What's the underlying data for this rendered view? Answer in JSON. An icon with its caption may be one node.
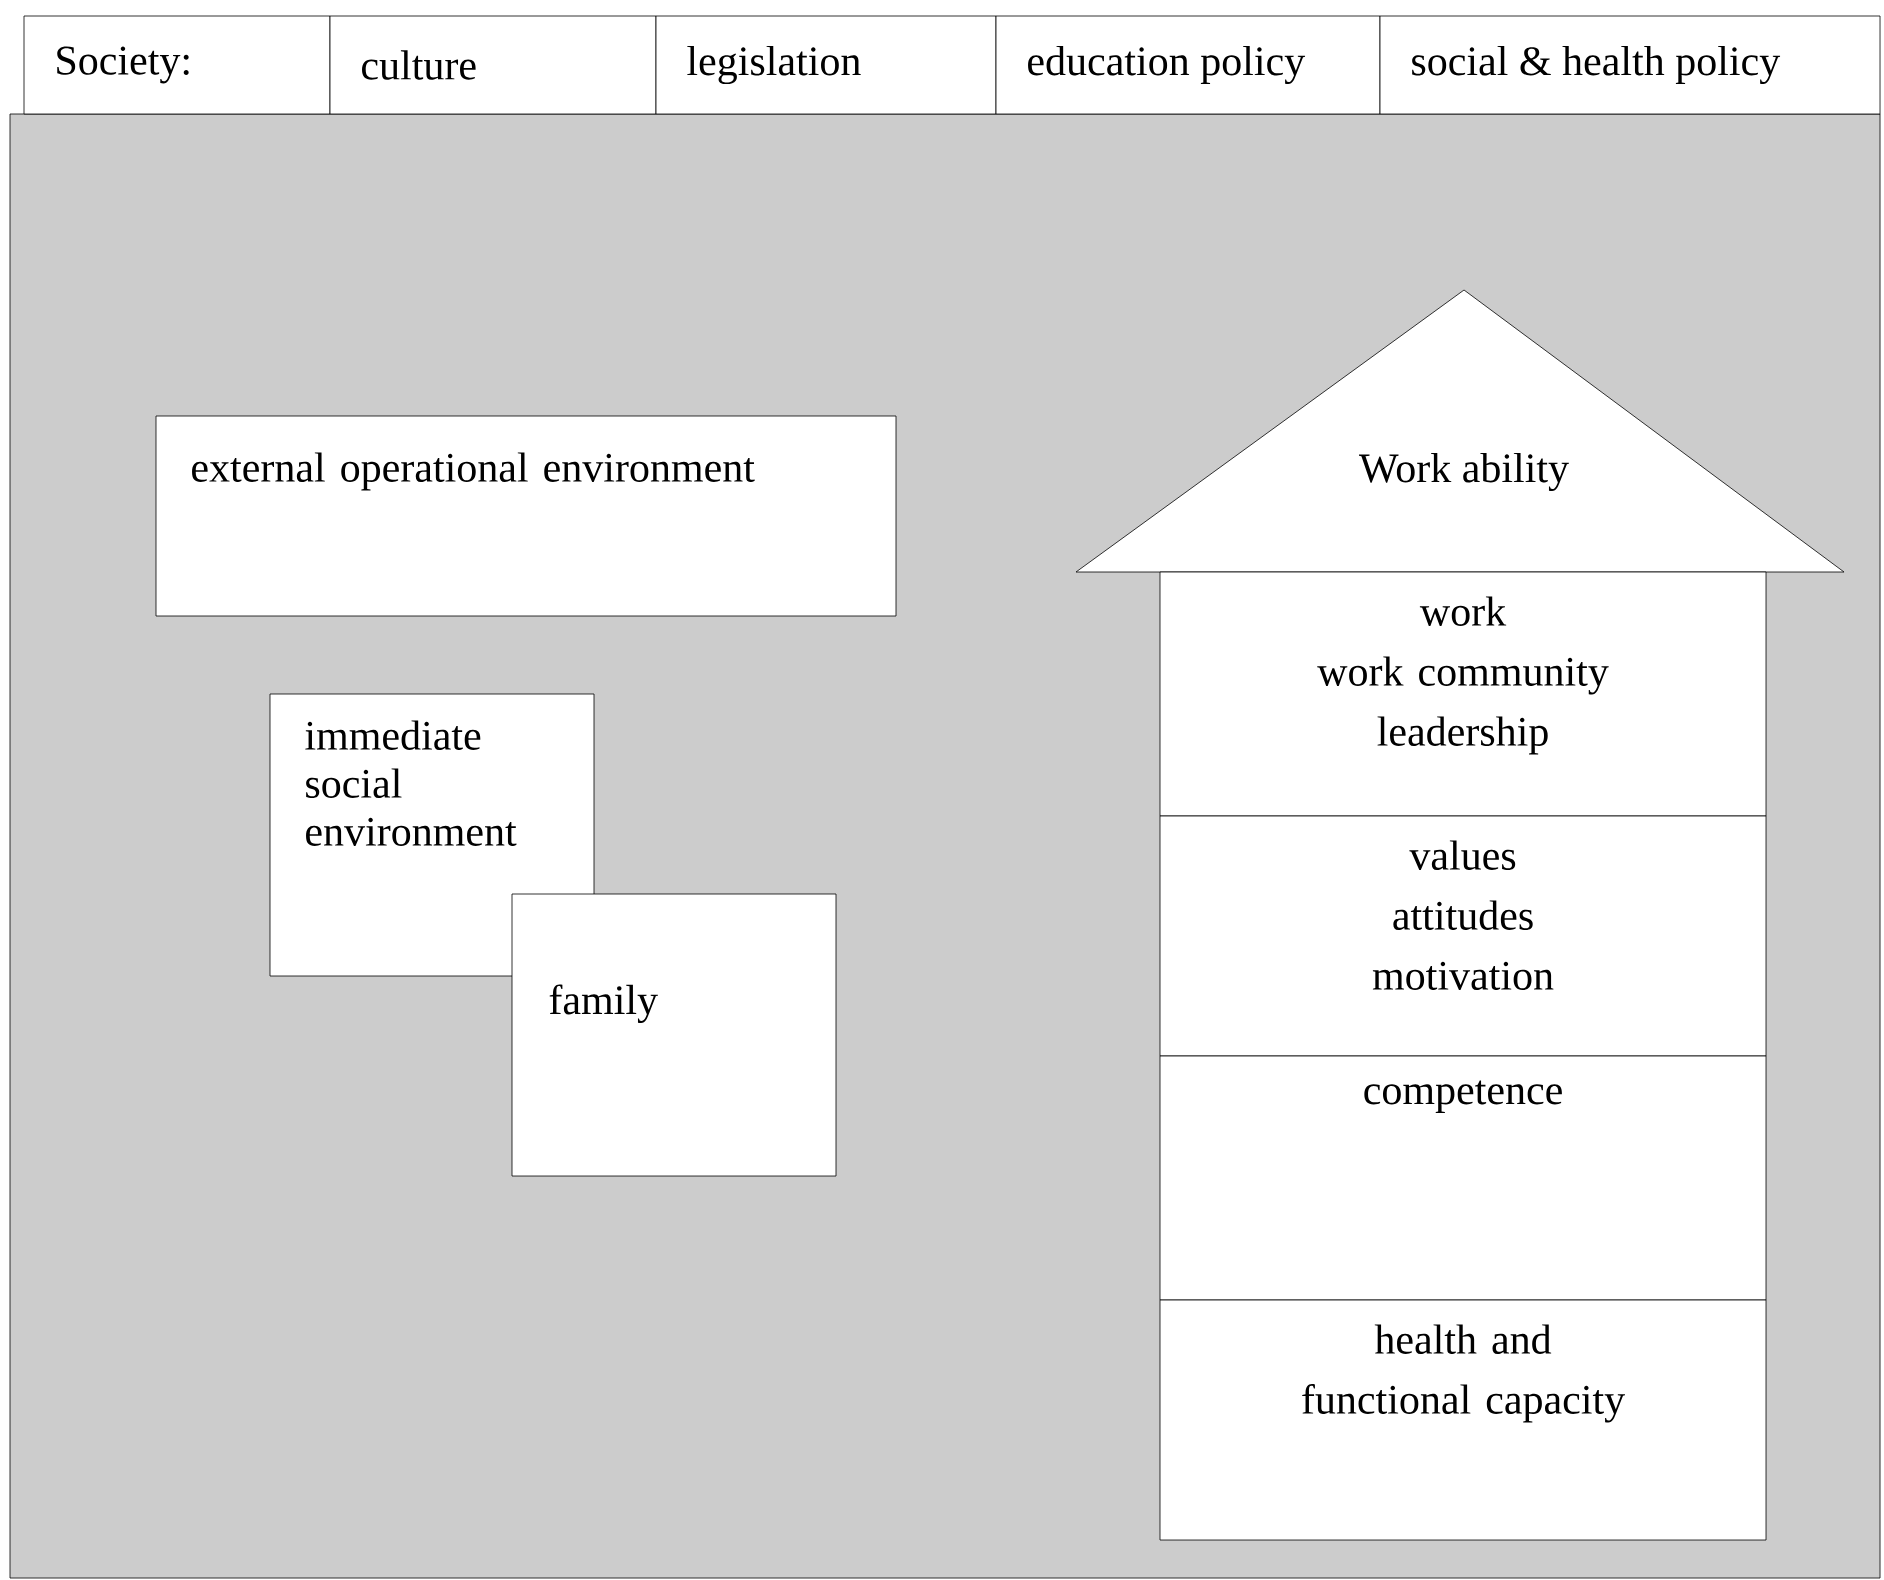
{
  "diagram": {
    "nodes": [
      {
        "text": [
          "Society:"
        ]
      },
      {
        "text": [
          "culture"
        ]
      },
      {
        "text": [
          "legislation"
        ]
      },
      {
        "text": [
          "education policy"
        ]
      },
      {
        "text": [
          "social & health policy"
        ]
      },
      {
        "text": [
          "external operational environment"
        ]
      },
      {
        "text": [
          "immediate social environment"
        ]
      },
      {
        "text": [
          "family"
        ]
      },
      {
        "text": [
          "Work ability"
        ]
      },
      {
        "text": [
          "work",
          "work community",
          "leadership"
        ]
      },
      {
        "text": [
          "values",
          "attitudes",
          "motivation"
        ]
      },
      {
        "text": [
          "competence"
        ]
      },
      {
        "text": [
          "health and functional capacity"
        ]
      }
    ]
  }
}
